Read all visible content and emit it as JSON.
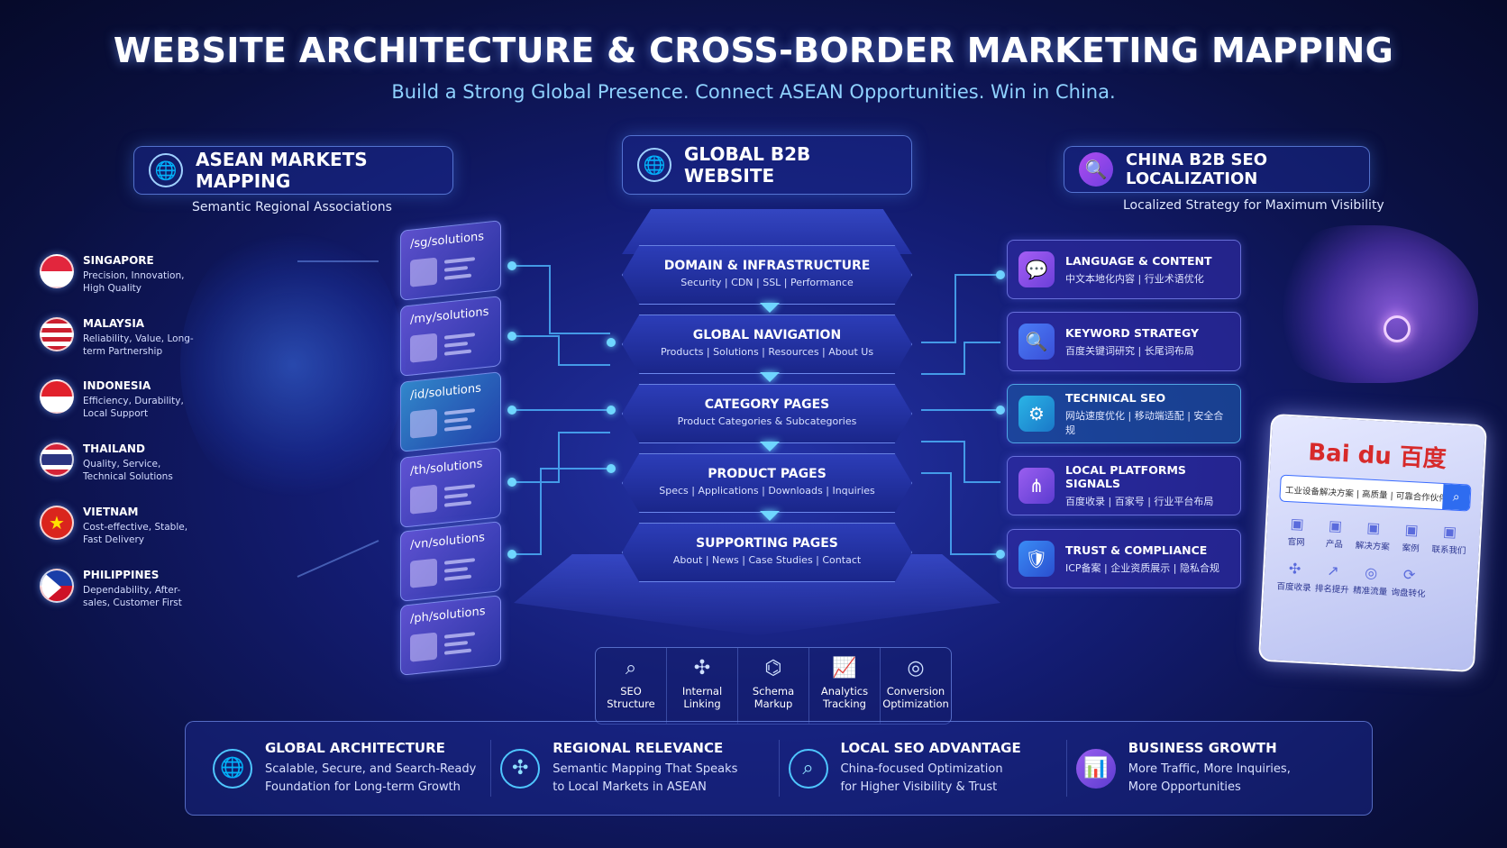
{
  "header": {
    "title": "WEBSITE ARCHITECTURE & CROSS-BORDER MARKETING MAPPING",
    "subtitle": "Build a Strong Global Presence. Connect ASEAN Opportunities. Win in China."
  },
  "asean": {
    "title": "ASEAN MARKETS MAPPING",
    "subtitle": "Semantic Regional Associations",
    "countries": [
      {
        "name": "SINGAPORE",
        "desc": "Precision, Innovation, High Quality",
        "url": "/sg/solutions"
      },
      {
        "name": "MALAYSIA",
        "desc": "Reliability, Value, Long-term Partnership",
        "url": "/my/solutions"
      },
      {
        "name": "INDONESIA",
        "desc": "Efficiency, Durability, Local Support",
        "url": "/id/solutions"
      },
      {
        "name": "THAILAND",
        "desc": "Quality, Service, Technical Solutions",
        "url": "/th/solutions"
      },
      {
        "name": "VIETNAM",
        "desc": "Cost-effective, Stable, Fast Delivery",
        "url": "/vn/solutions"
      },
      {
        "name": "PHILIPPINES",
        "desc": "Dependability, After-sales, Customer First",
        "url": "/ph/solutions"
      }
    ]
  },
  "global": {
    "title": "GLOBAL B2B WEBSITE",
    "layers": [
      {
        "title": "DOMAIN & INFRASTRUCTURE",
        "sub": "Security | CDN | SSL | Performance"
      },
      {
        "title": "GLOBAL NAVIGATION",
        "sub": "Products | Solutions | Resources | About Us"
      },
      {
        "title": "CATEGORY PAGES",
        "sub": "Product Categories & Subcategories"
      },
      {
        "title": "PRODUCT PAGES",
        "sub": "Specs | Applications | Downloads | Inquiries"
      },
      {
        "title": "SUPPORTING PAGES",
        "sub": "About | News | Case Studies | Contact"
      }
    ]
  },
  "china": {
    "title": "CHINA B2B SEO LOCALIZATION",
    "subtitle": "Localized Strategy for Maximum Visibility",
    "cards": [
      {
        "title": "LANGUAGE & CONTENT",
        "sub": "中文本地化内容 | 行业术语优化",
        "icon": "chat-icon"
      },
      {
        "title": "KEYWORD STRATEGY",
        "sub": "百度关键词研究 | 长尾词布局",
        "icon": "search-icon"
      },
      {
        "title": "TECHNICAL SEO",
        "sub": "网站速度优化 | 移动端适配 | 安全合规",
        "icon": "gear-icon"
      },
      {
        "title": "LOCAL PLATFORMS SIGNALS",
        "sub": "百度收录 | 百家号 | 行业平台布局",
        "icon": "share-icon"
      },
      {
        "title": "TRUST & COMPLIANCE",
        "sub": "ICP备案 | 企业资质展示 | 隐私合规",
        "icon": "shield-icon"
      }
    ]
  },
  "baidu": {
    "logo": "Bai du 百度",
    "query": "工业设备解决方案 | 高质量 | 可靠合作伙伴",
    "items": [
      "官网",
      "产品",
      "解决方案",
      "案例",
      "联系我们",
      "百度收录",
      "排名提升",
      "精准流量",
      "询盘转化"
    ]
  },
  "tools": [
    {
      "label": "SEO\nStructure",
      "icon": "magnifier-icon"
    },
    {
      "label": "Internal\nLinking",
      "icon": "network-icon"
    },
    {
      "label": "Schema\nMarkup",
      "icon": "schema-icon"
    },
    {
      "label": "Analytics\nTracking",
      "icon": "analytics-icon"
    },
    {
      "label": "Conversion\nOptimization",
      "icon": "target-icon"
    }
  ],
  "footer": [
    {
      "title": "GLOBAL ARCHITECTURE",
      "sub": "Scalable, Secure, and Search-Ready\nFoundation for Long-term Growth",
      "icon": "globe-icon"
    },
    {
      "title": "REGIONAL RELEVANCE",
      "sub": "Semantic Mapping That Speaks\nto Local Markets in ASEAN",
      "icon": "network-icon"
    },
    {
      "title": "LOCAL SEO ADVANTAGE",
      "sub": "China-focused Optimization\nfor Higher Visibility & Trust",
      "icon": "search-icon"
    },
    {
      "title": "BUSINESS GROWTH",
      "sub": "More Traffic, More Inquiries,\nMore Opportunities",
      "icon": "growth-chart-icon"
    }
  ],
  "colors": {
    "accent": "#6fd6ff",
    "bg": "#131c72",
    "purple": "#7a5cf0"
  }
}
